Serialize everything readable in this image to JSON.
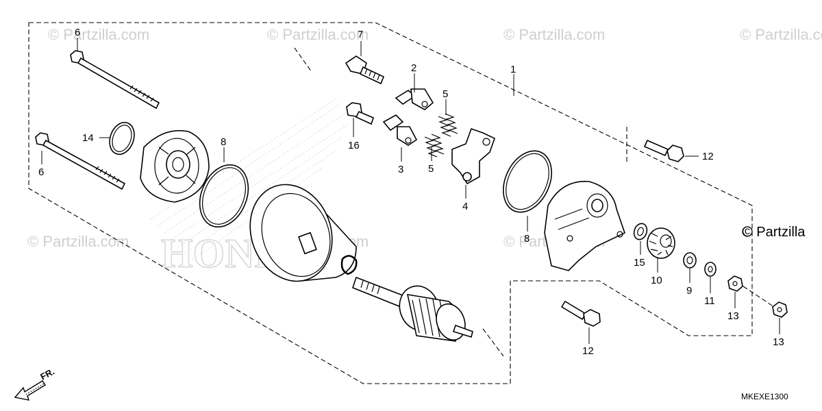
{
  "watermark": "© Partzilla.com",
  "brand_watermark": "HONDA",
  "corner_copyright": "© Partzilla",
  "diagram_code": "MKEXE1300",
  "direction_label": "FR.",
  "callouts": {
    "c1": "1",
    "c2": "2",
    "c3": "3",
    "c4": "4",
    "c5a": "5",
    "c5b": "5",
    "c6a": "6",
    "c6b": "6",
    "c7": "7",
    "c8a": "8",
    "c8b": "8",
    "c9": "9",
    "c10": "10",
    "c11": "11",
    "c12a": "12",
    "c12b": "12",
    "c13a": "13",
    "c13b": "13",
    "c14": "14",
    "c15": "15",
    "c16": "16"
  }
}
